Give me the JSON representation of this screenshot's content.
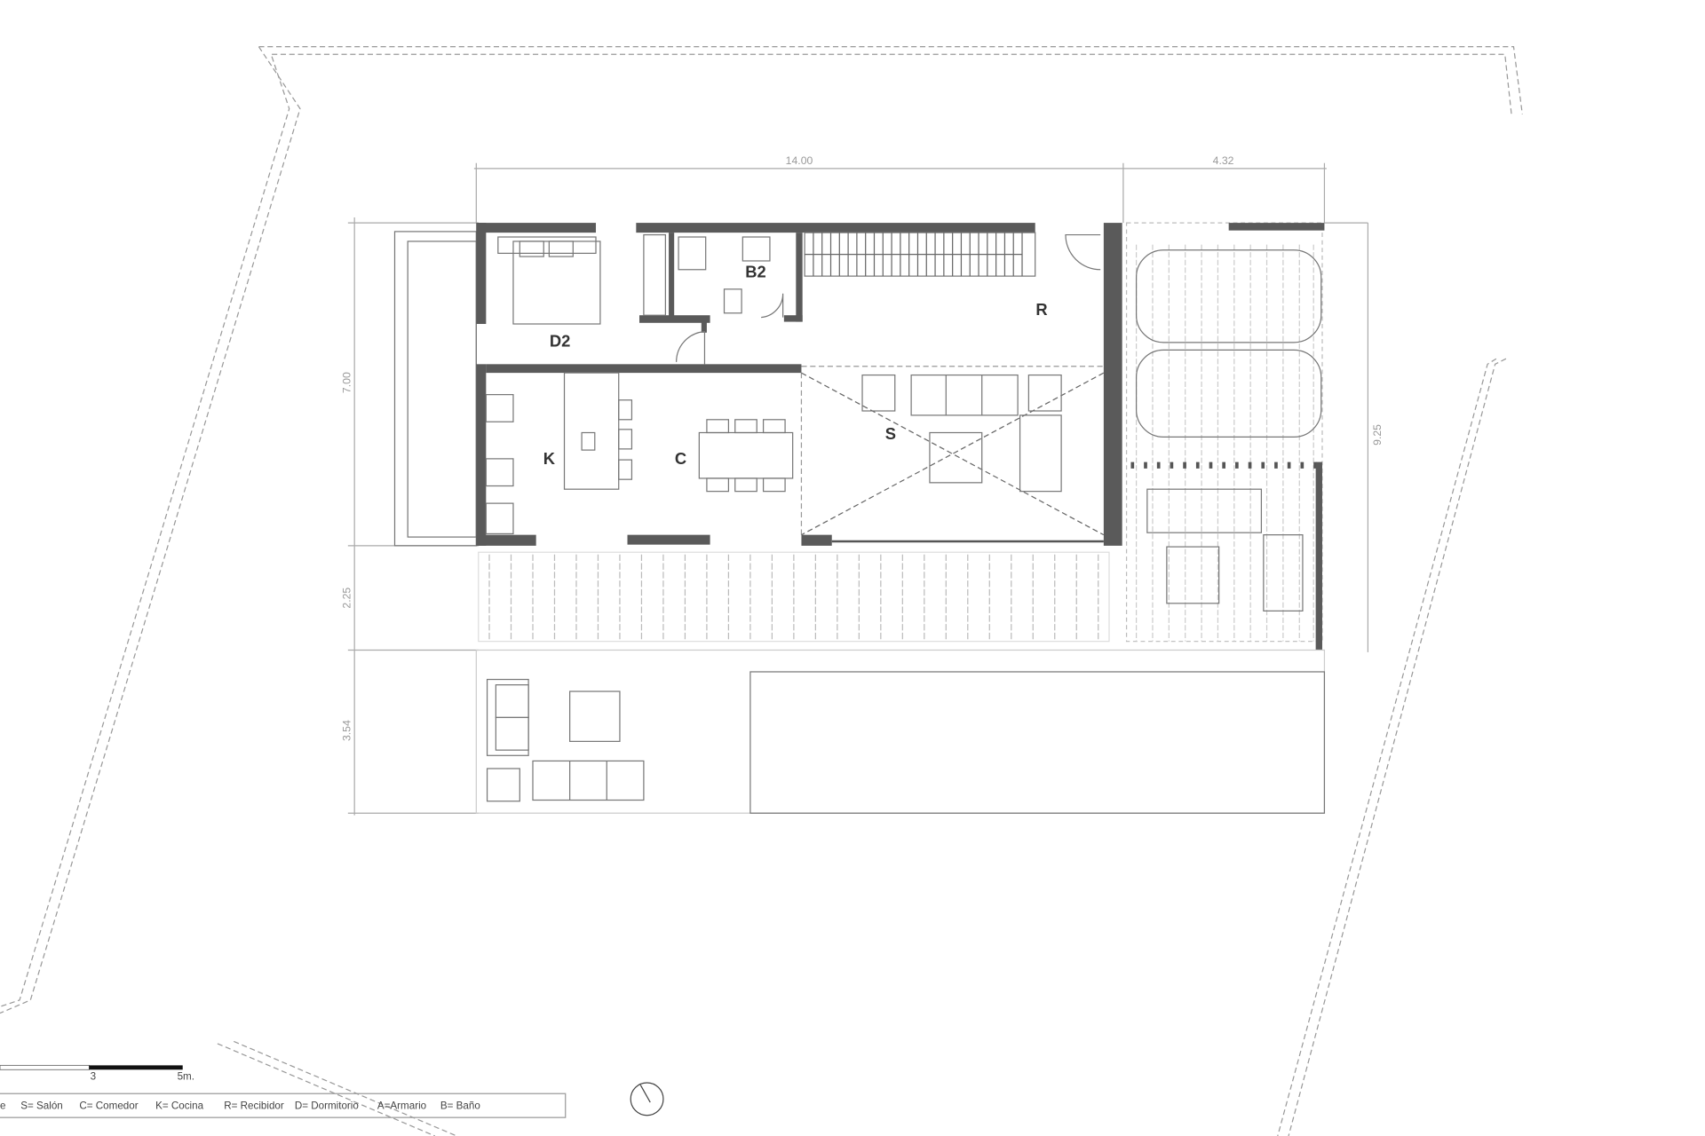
{
  "plan": {
    "rooms": {
      "d2": "D2",
      "b2": "B2",
      "r": "R",
      "k": "K",
      "c": "C",
      "s": "S"
    },
    "dimensions": {
      "top_main": "14.00",
      "top_side": "4.32",
      "left_house": "7.00",
      "left_deck": "2.25",
      "left_garden": "3.54",
      "right_total": "9.25"
    }
  },
  "scale_bar": {
    "mid_label": "3",
    "end_label": "5m."
  },
  "legend": {
    "items": [
      "e",
      "S= Salón",
      "C= Comedor",
      "K= Cocina",
      "R= Recibidor",
      "D= Dormitorio",
      "A=Armario",
      "B= Baño"
    ]
  },
  "colors": {
    "wall": "#5a5a5a",
    "line": "#777777",
    "dimension": "#aaaaaa"
  },
  "icons": {
    "north": "north-arrow-icon"
  }
}
